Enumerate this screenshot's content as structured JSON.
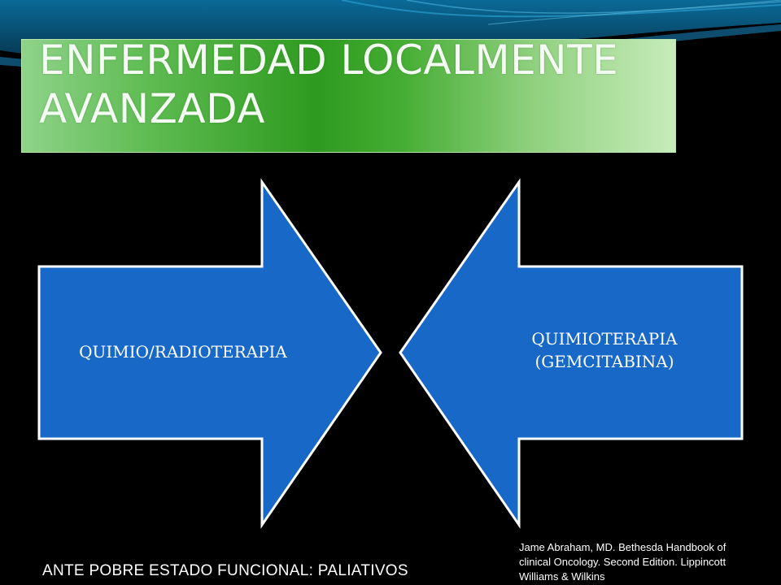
{
  "slide": {
    "title_line1": "ENFERMEDAD LOCALMENTE",
    "title_line2": "AVANZADA",
    "arrow_left_label": "QUIMIO/RADIOTERAPIA",
    "arrow_right_label_line1": "QUIMIOTERAPIA",
    "arrow_right_label_line2": "(GEMCITABINA)",
    "footer_note": "ANTE POBRE ESTADO FUNCIONAL: PALIATIVOS",
    "citation_line1": "Jame Abraham, MD. Bethesda Handbook of",
    "citation_line2": "clinical Oncology. Second Edition. Lippincott",
    "citation_line3": "Williams & Wilkins"
  },
  "colors": {
    "background": "#000000",
    "arrow_fill": "#1868c8",
    "arrow_stroke": "#ffffff",
    "title_gradient_center": "#2e9a1f",
    "top_band": "#0b5a86"
  }
}
